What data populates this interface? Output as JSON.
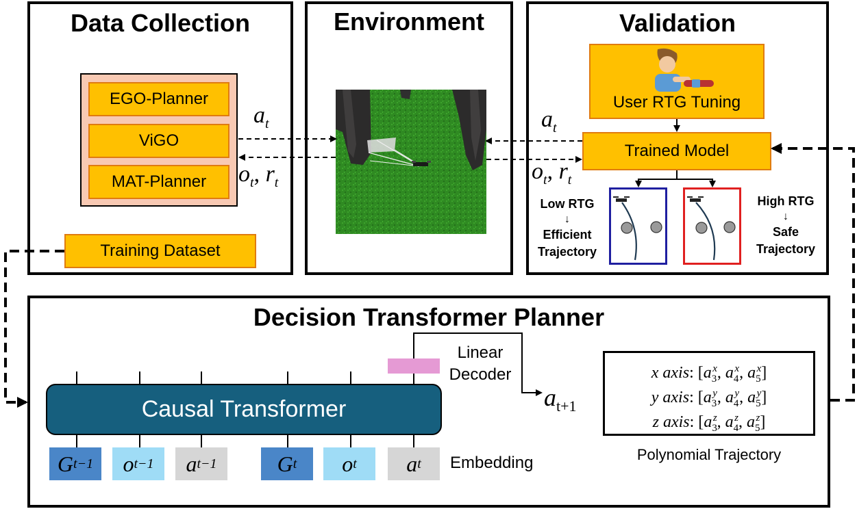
{
  "data_collection": {
    "title": "Data Collection",
    "planners": [
      "EGO-Planner",
      "ViGO",
      "MAT-Planner"
    ],
    "dataset": "Training Dataset"
  },
  "environment": {
    "title": "Environment"
  },
  "signals": {
    "action": "a",
    "action_sub": "t",
    "obs": "o",
    "obs_sub": "t",
    "reward": "r",
    "reward_sub": "t"
  },
  "validation": {
    "title": "Validation",
    "user_tuning": "User RTG Tuning",
    "trained_model": "Trained Model",
    "low": {
      "line1": "Low RTG",
      "arrow": "↓",
      "line2": "Efficient",
      "line3": "Trajectory"
    },
    "high": {
      "line1": "High RTG",
      "arrow": "↓",
      "line2": "Safe",
      "line3": "Trajectory"
    }
  },
  "planner": {
    "title": "Decision Transformer Planner",
    "transformer": "Causal Transformer",
    "decoder_line1": "Linear",
    "decoder_line2": "Decoder",
    "output": {
      "base": "a",
      "sub": "t+1"
    },
    "embedding_label": "Embedding",
    "tokens": [
      {
        "base": "G",
        "sub": "t−1",
        "color": "#4a86c8"
      },
      {
        "base": "o",
        "sub": "t−1",
        "color": "#9fdcf6"
      },
      {
        "base": "a",
        "sub": "t−1",
        "color": "#d6d6d6"
      },
      {
        "base": "G",
        "sub": "t",
        "color": "#4a86c8"
      },
      {
        "base": "o",
        "sub": "t",
        "color": "#9fdcf6"
      },
      {
        "base": "a",
        "sub": "t",
        "color": "#d6d6d6"
      }
    ],
    "poly_label": "Polynomial Trajectory",
    "poly_rows": [
      {
        "axis": "x axis",
        "sup": "x"
      },
      {
        "axis": "y axis",
        "sup": "y"
      },
      {
        "axis": "z axis",
        "sup": "z"
      }
    ],
    "poly_base": "a",
    "poly_subs": [
      "3",
      "4",
      "5"
    ]
  },
  "colors": {
    "accent": "#ffc000",
    "panel_bg": "#f8c9b3",
    "transformer": "#165f7e",
    "decoder": "#e59ad4"
  }
}
